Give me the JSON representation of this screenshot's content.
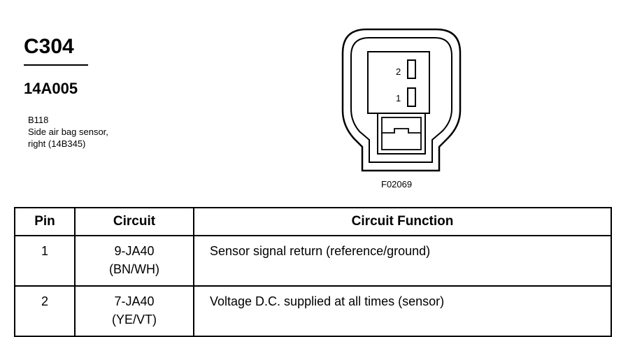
{
  "connector": {
    "id": "C304",
    "part_number": "14A005",
    "component_code": "B118",
    "component_name_line1": "Side air bag sensor,",
    "component_name_line2": "right (14B345)"
  },
  "figure": {
    "code": "F02069",
    "pin_label_top": "2",
    "pin_label_bottom": "1"
  },
  "table": {
    "headers": {
      "pin": "Pin",
      "circuit": "Circuit",
      "function": "Circuit Function"
    },
    "rows": [
      {
        "pin": "1",
        "circuit": "9-JA40",
        "wire_color": "(BN/WH)",
        "function": "Sensor signal return (reference/ground)"
      },
      {
        "pin": "2",
        "circuit": "7-JA40",
        "wire_color": "(YE/VT)",
        "function": "Voltage D.C. supplied at all times (sensor)"
      }
    ]
  }
}
